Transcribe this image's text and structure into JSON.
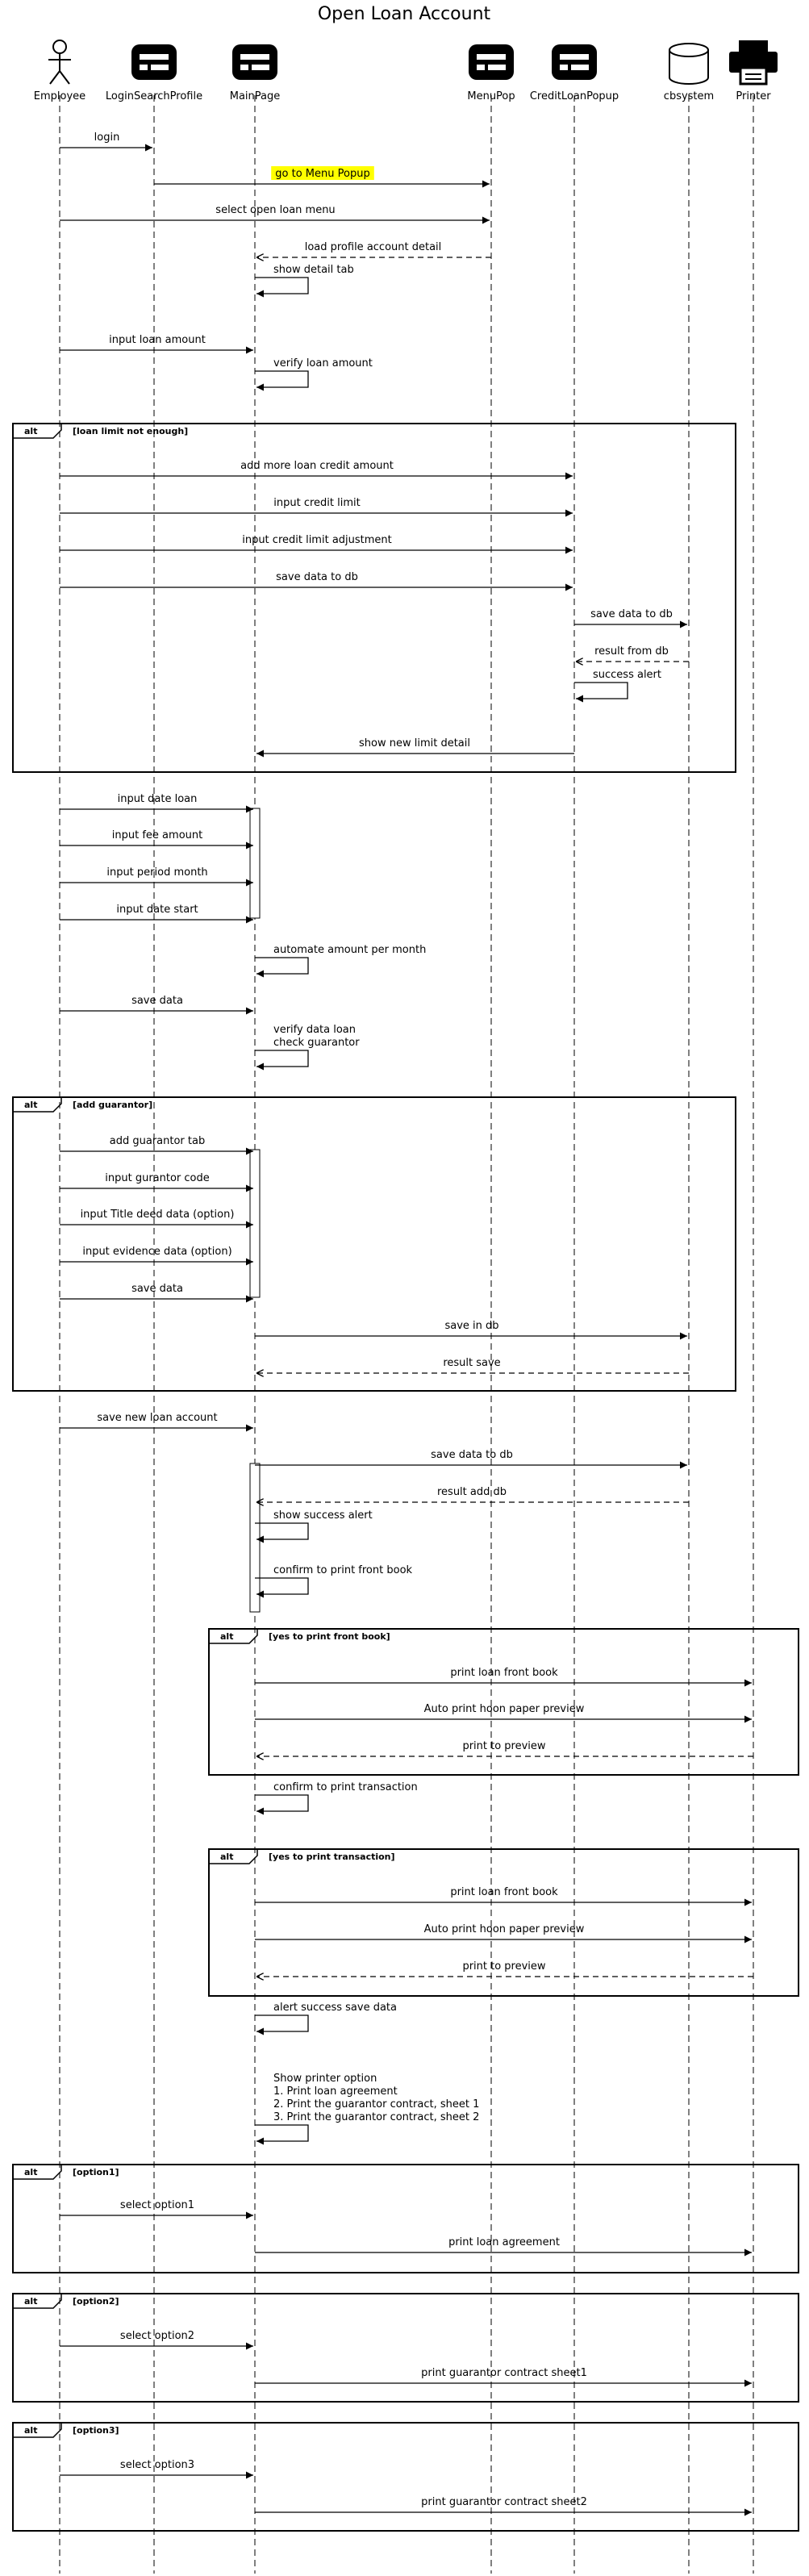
{
  "title": "Open Loan Account",
  "colors": {
    "line": "#000000",
    "highlight": "#ffff00",
    "background": "#ffffff"
  },
  "participants": [
    {
      "id": "employee",
      "label": "Employee",
      "icon": "actor-icon"
    },
    {
      "id": "login",
      "label": "LoginSearchProfile",
      "icon": "boundary-icon"
    },
    {
      "id": "main",
      "label": "MainPage",
      "icon": "boundary-icon"
    },
    {
      "id": "menu",
      "label": "MenuPop",
      "icon": "boundary-icon"
    },
    {
      "id": "credit",
      "label": "CreditLoanPopup",
      "icon": "boundary-icon"
    },
    {
      "id": "cbs",
      "label": "cbsystem",
      "icon": "database-icon"
    },
    {
      "id": "printer",
      "label": "Printer",
      "icon": "printer-icon"
    }
  ],
  "fragments": [
    {
      "kind": "alt",
      "guard": "[loan limit not enough]"
    },
    {
      "kind": "alt",
      "guard": "[add guarantor]"
    },
    {
      "kind": "alt",
      "guard": "[yes to print front book]"
    },
    {
      "kind": "alt",
      "guard": "[yes to print transaction]"
    },
    {
      "kind": "alt",
      "guard": "[option1]"
    },
    {
      "kind": "alt",
      "guard": "[option2]"
    },
    {
      "kind": "alt",
      "guard": "[option3]"
    }
  ],
  "messages": [
    {
      "from": "employee",
      "to": "login",
      "text": "login",
      "style": "sync"
    },
    {
      "from": "login",
      "to": "menu",
      "text": "go to Menu Popup",
      "style": "sync",
      "highlight": true
    },
    {
      "from": "employee",
      "to": "menu",
      "text": "select open loan menu",
      "style": "sync"
    },
    {
      "from": "menu",
      "to": "main",
      "text": "load profile account detail",
      "style": "reply"
    },
    {
      "from": "main",
      "to": "main",
      "text": "show detail tab",
      "style": "self"
    },
    {
      "from": "employee",
      "to": "main",
      "text": "input loan amount",
      "style": "sync"
    },
    {
      "from": "main",
      "to": "main",
      "text": "verify loan amount",
      "style": "self"
    },
    {
      "from": "employee",
      "to": "credit",
      "text": "add more loan credit amount",
      "style": "sync"
    },
    {
      "from": "employee",
      "to": "credit",
      "text": "input credit limit",
      "style": "sync"
    },
    {
      "from": "employee",
      "to": "credit",
      "text": "input credit limit adjustment",
      "style": "sync"
    },
    {
      "from": "employee",
      "to": "credit",
      "text": "save data to db",
      "style": "sync"
    },
    {
      "from": "credit",
      "to": "cbs",
      "text": "save data to db",
      "style": "sync"
    },
    {
      "from": "cbs",
      "to": "credit",
      "text": "result from db",
      "style": "reply"
    },
    {
      "from": "credit",
      "to": "credit",
      "text": "success alert",
      "style": "self"
    },
    {
      "from": "credit",
      "to": "main",
      "text": "show new limit detail",
      "style": "sync"
    },
    {
      "from": "employee",
      "to": "main",
      "text": "input date loan",
      "style": "sync"
    },
    {
      "from": "employee",
      "to": "main",
      "text": "input fee amount",
      "style": "sync"
    },
    {
      "from": "employee",
      "to": "main",
      "text": "input period month",
      "style": "sync"
    },
    {
      "from": "employee",
      "to": "main",
      "text": "input date start",
      "style": "sync"
    },
    {
      "from": "main",
      "to": "main",
      "text": "automate amount per month",
      "style": "self"
    },
    {
      "from": "employee",
      "to": "main",
      "text": "save data",
      "style": "sync"
    },
    {
      "from": "main",
      "to": "main",
      "lines": [
        "verify data loan",
        "check guarantor"
      ],
      "style": "self"
    },
    {
      "from": "employee",
      "to": "main",
      "text": "add guarantor tab",
      "style": "sync"
    },
    {
      "from": "employee",
      "to": "main",
      "text": "input gurantor code",
      "style": "sync"
    },
    {
      "from": "employee",
      "to": "main",
      "text": "input Title deed data (option)",
      "style": "sync"
    },
    {
      "from": "employee",
      "to": "main",
      "text": "input evidence data (option)",
      "style": "sync"
    },
    {
      "from": "employee",
      "to": "main",
      "text": "save data",
      "style": "sync"
    },
    {
      "from": "main",
      "to": "cbs",
      "text": "save in db",
      "style": "sync"
    },
    {
      "from": "cbs",
      "to": "main",
      "text": "result save",
      "style": "reply"
    },
    {
      "from": "employee",
      "to": "main",
      "text": "save new loan account",
      "style": "sync"
    },
    {
      "from": "main",
      "to": "cbs",
      "text": "save data to db",
      "style": "sync"
    },
    {
      "from": "cbs",
      "to": "main",
      "text": "result add db",
      "style": "reply"
    },
    {
      "from": "main",
      "to": "main",
      "text": "show success alert",
      "style": "self"
    },
    {
      "from": "main",
      "to": "main",
      "text": "confirm to print front book",
      "style": "self"
    },
    {
      "from": "main",
      "to": "printer",
      "text": "print loan front book",
      "style": "sync"
    },
    {
      "from": "main",
      "to": "printer",
      "text": "Auto print hoon paper preview",
      "style": "sync"
    },
    {
      "from": "printer",
      "to": "main",
      "text": "print to preview",
      "style": "reply"
    },
    {
      "from": "main",
      "to": "main",
      "text": "confirm to print transaction",
      "style": "self"
    },
    {
      "from": "main",
      "to": "printer",
      "text": "print loan front book",
      "style": "sync"
    },
    {
      "from": "main",
      "to": "printer",
      "text": "Auto print hoon paper preview",
      "style": "sync"
    },
    {
      "from": "printer",
      "to": "main",
      "text": "print to preview",
      "style": "reply"
    },
    {
      "from": "main",
      "to": "main",
      "text": "alert success save data",
      "style": "self"
    },
    {
      "from": "main",
      "to": "main",
      "lines": [
        "Show printer option",
        "1. Print loan agreement",
        "2. Print the guarantor contract, sheet 1",
        "3. Print the guarantor contract, sheet 2"
      ],
      "style": "self"
    },
    {
      "from": "employee",
      "to": "main",
      "text": "select option1",
      "style": "sync"
    },
    {
      "from": "main",
      "to": "printer",
      "text": "print loan agreement",
      "style": "sync"
    },
    {
      "from": "employee",
      "to": "main",
      "text": "select option2",
      "style": "sync"
    },
    {
      "from": "main",
      "to": "printer",
      "text": "print guarantor contract sheet1",
      "style": "sync"
    },
    {
      "from": "employee",
      "to": "main",
      "text": "select option3",
      "style": "sync"
    },
    {
      "from": "main",
      "to": "printer",
      "text": "print guarantor contract sheet2",
      "style": "sync"
    }
  ]
}
